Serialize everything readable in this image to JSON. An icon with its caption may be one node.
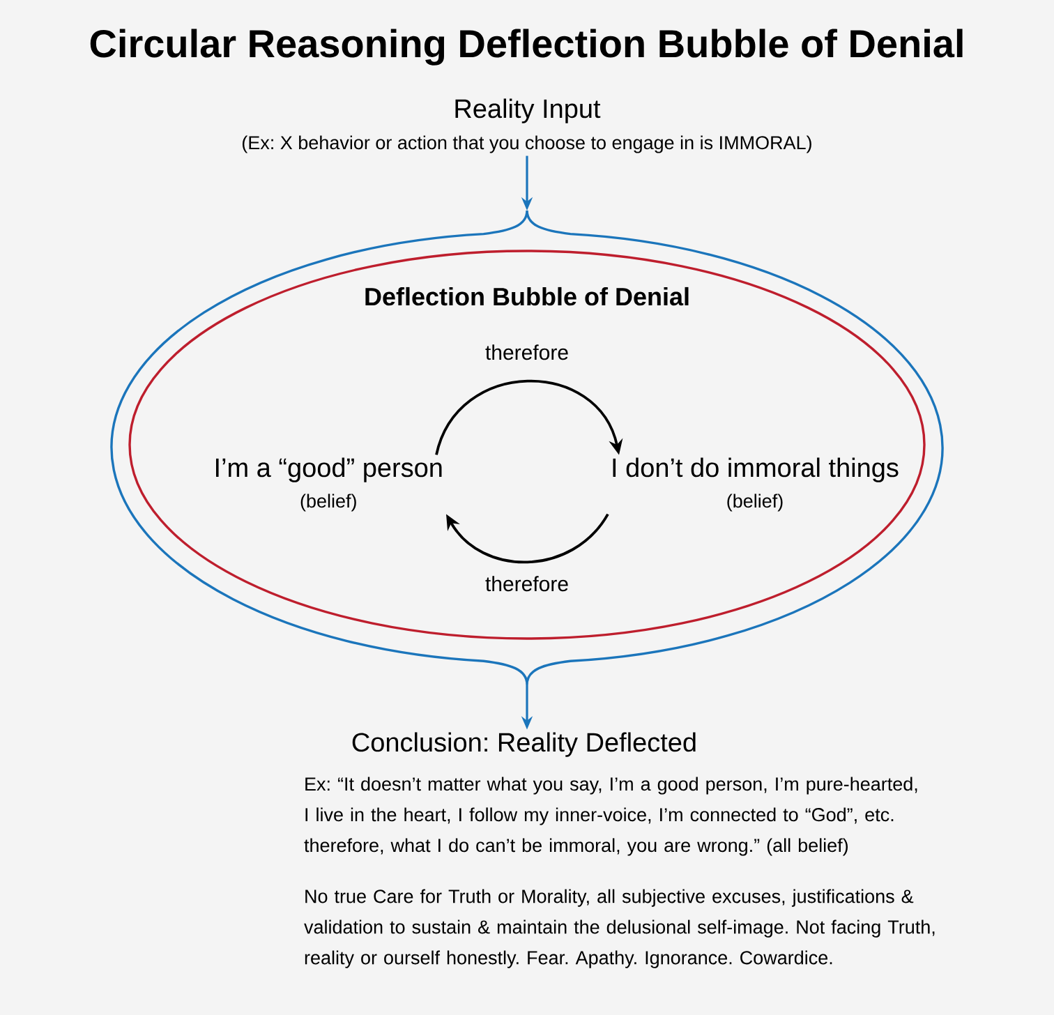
{
  "diagram": {
    "title": "Circular Reasoning Deflection Bubble of Denial",
    "nodes": [
      {
        "text": [
          "Reality Input",
          "(Ex: X behavior or action that you choose to engage in is IMMORAL)"
        ]
      },
      {
        "text": [],
        "shape": "ellipse"
      },
      {
        "text": [
          "Deflection Bubble of Denial"
        ],
        "in": 1
      },
      {
        "text": [
          "I’m a “good” person",
          "(belief)"
        ],
        "in": 2
      },
      {
        "text": [
          "I don’t do immoral things",
          "(belief)"
        ],
        "in": 2
      },
      {
        "text": [
          "Conclusion: Reality Deflected",
          "Ex: “It doesn’t matter what you say, I’m a good person, I’m pure-hearted, I live in the heart, I follow my inner-voice, I’m connected to “God”, etc. therefore, what I do can’t be immoral, you are wrong.” (all belief)",
          "No true Care for Truth or Morality, all subjective excuses, justifications & validation to sustain & maintain the delusional self-image. Not facing Truth, reality or ourself honestly. Fear. Apathy. Ignorance. Cowardice."
        ]
      }
    ],
    "edges": [
      {
        "from": 0,
        "to": 1,
        "arrow": "to",
        "color": "#1b75bb"
      },
      {
        "from": 3,
        "to": 4,
        "arrow": "to",
        "label": "therefore",
        "color": "#000000"
      },
      {
        "from": 4,
        "to": 3,
        "arrow": "to",
        "label": "therefore",
        "color": "#000000"
      },
      {
        "from": 1,
        "to": 5,
        "arrow": "to",
        "color": "#1b75bb"
      }
    ]
  }
}
